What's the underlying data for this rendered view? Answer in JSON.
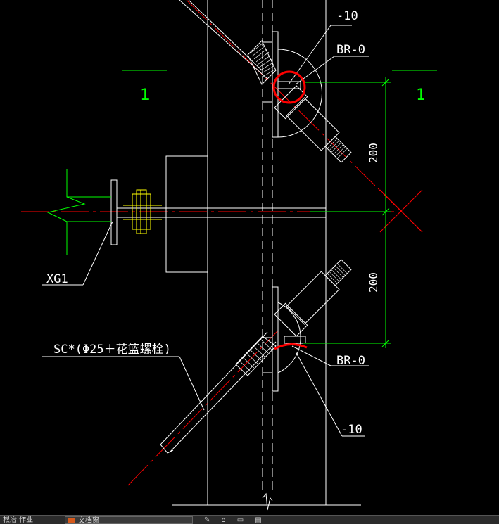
{
  "drawing": {
    "section_mark_left": "1",
    "section_mark_right": "1",
    "label_top_plate": "-10",
    "label_top_br": "BR-0",
    "label_bottom_plate": "-10",
    "label_bottom_br": "BR-0",
    "dim_upper": "200",
    "dim_lower": "200",
    "label_xg": "XG1",
    "label_sc": "SC*(Φ25＋花篮螺栓)"
  },
  "colors": {
    "background": "#000000",
    "line_white": "#ffffff",
    "line_green": "#00ff00",
    "line_red": "#ff0000",
    "bolt_yellow": "#ffff00"
  },
  "taskbar": {
    "left_text": "根冶 作业",
    "tab_label": "文档窗",
    "icons": [
      "edit-icon",
      "draw-icon",
      "layer-icon",
      "print-icon"
    ]
  }
}
